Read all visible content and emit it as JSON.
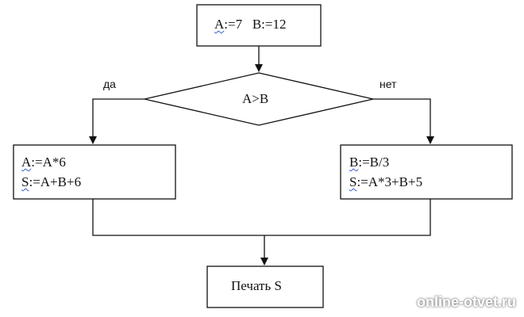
{
  "flowchart": {
    "start_box": {
      "a_var": "A",
      "a_assign": ":=7",
      "b_assign": "B:=12"
    },
    "decision": {
      "condition": "A>B",
      "yes_label": "да",
      "no_label": "нет"
    },
    "left_box": {
      "line1_var": "A",
      "line1_rest": ":=A*6",
      "line2_var": "S",
      "line2_rest": ":=A+B+6"
    },
    "right_box": {
      "line1_var": "B",
      "line1_rest": ":=B/3",
      "line2_var": "S",
      "line2_rest": ":=A*3+B+5"
    },
    "print_box": {
      "text": "Печать S"
    }
  },
  "watermark": "online-otvet.ru"
}
